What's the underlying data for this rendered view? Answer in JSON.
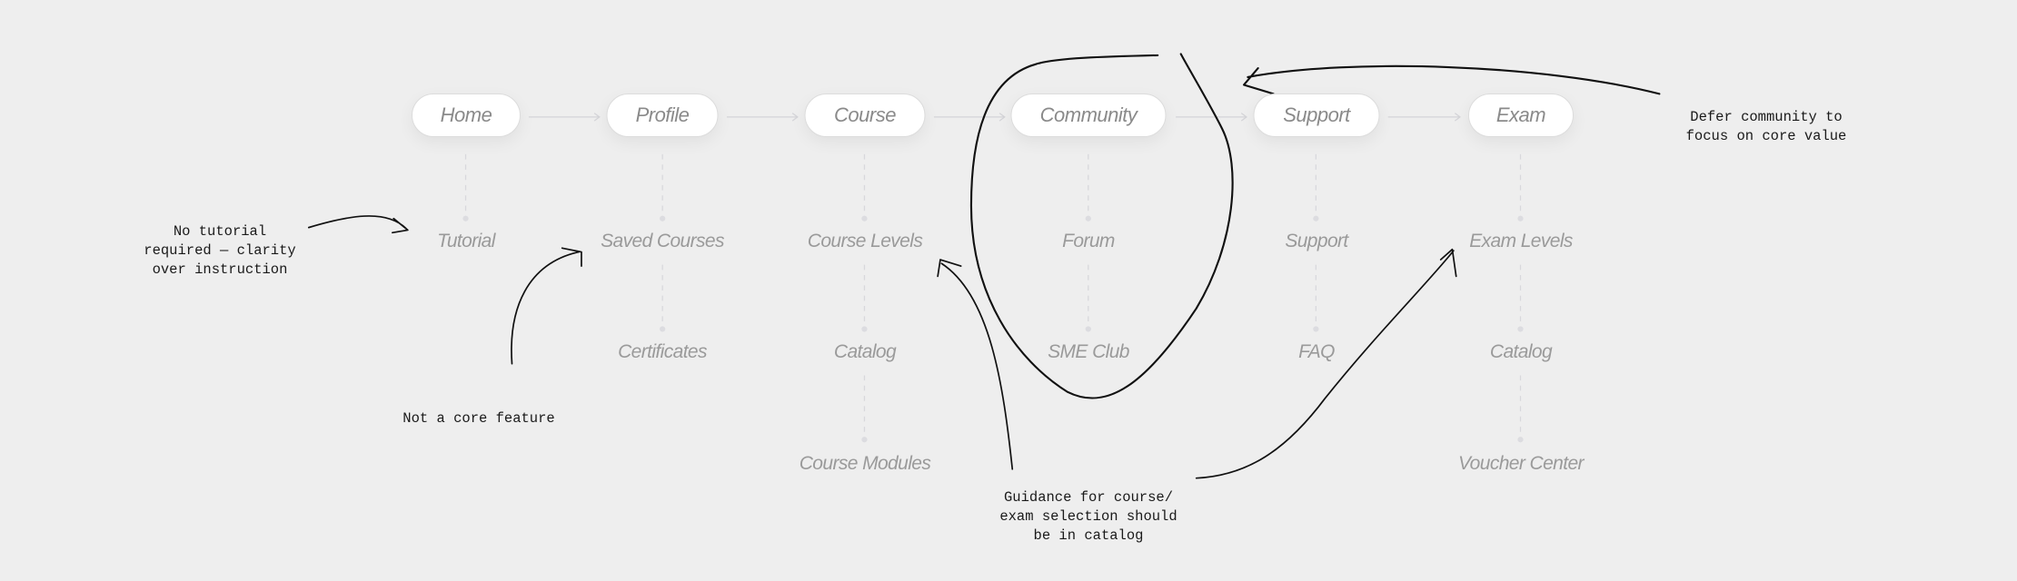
{
  "flow": [
    {
      "label": "Home",
      "children": [
        "Tutorial"
      ]
    },
    {
      "label": "Profile",
      "children": [
        "Saved Courses",
        "Certificates"
      ]
    },
    {
      "label": "Course",
      "children": [
        "Course Levels",
        "Catalog",
        "Course Modules"
      ]
    },
    {
      "label": "Community",
      "children": [
        "Forum",
        "SME Club"
      ]
    },
    {
      "label": "Support",
      "children": [
        "Support",
        "FAQ"
      ]
    },
    {
      "label": "Exam",
      "children": [
        "Exam Levels",
        "Catalog",
        "Voucher Center"
      ]
    }
  ],
  "notes": {
    "tutorial": "No tutorial\nrequired — clarity\nover instruction",
    "not_core": "Not a core feature",
    "guidance": "Guidance for course/\nexam selection should\nbe in catalog",
    "defer": "Defer community to\nfocus on core value"
  }
}
